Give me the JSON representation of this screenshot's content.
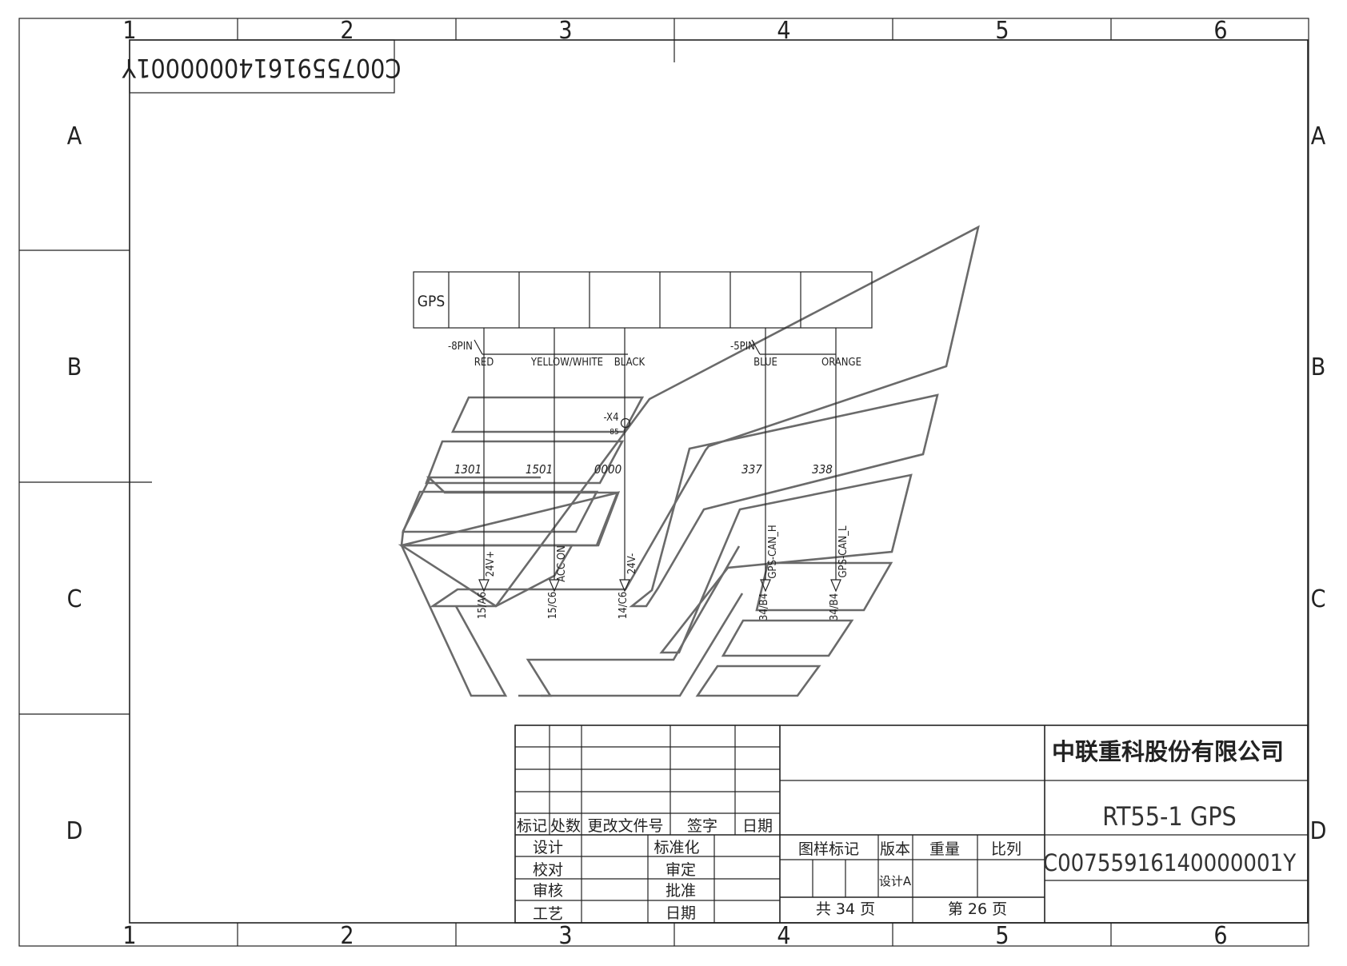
{
  "frame": {
    "columns": [
      "1",
      "2",
      "3",
      "4",
      "5",
      "6"
    ],
    "rows": [
      "A",
      "B",
      "C",
      "D"
    ]
  },
  "drawing_code_stamp": "C00755916140000001Y",
  "diagram": {
    "device": {
      "label": "GPS",
      "connector_8pin": "-8PIN",
      "connector_5pin": "-5PIN"
    },
    "wires": [
      {
        "color": "RED",
        "number": "1301",
        "signal": "24V+",
        "ref": "15/A6"
      },
      {
        "color": "YELLOW/WHITE",
        "number": "1501",
        "signal": "ACC ON",
        "ref": "15/C6"
      },
      {
        "color": "BLACK",
        "number": "0000",
        "signal": "24V-",
        "ref": "14/C6"
      },
      {
        "color": "BLUE",
        "number": "337",
        "signal": "GPS-CAN_H",
        "ref": "34/B4"
      },
      {
        "color": "ORANGE",
        "number": "338",
        "signal": "GPS-CAN_L",
        "ref": "34/B4"
      }
    ],
    "terminal": {
      "label": "-X4",
      "pin": "85"
    }
  },
  "title_block": {
    "company": "中联重科股份有限公司",
    "drawing_title": "RT55-1 GPS",
    "drawing_number": "C00755916140000001Y",
    "revision_headers": {
      "mark": "标记",
      "count": "处数",
      "doc": "更改文件号",
      "sign": "签字",
      "date": "日期"
    },
    "labels": {
      "design": "设计",
      "check": "校对",
      "review": "审核",
      "process": "工艺",
      "standard": "标准化",
      "approve_review": "审定",
      "approve": "批准",
      "date": "日期",
      "sample_mark": "图样标记",
      "version": "版本",
      "weight": "重量",
      "scale": "比列",
      "version_value": "设计A"
    },
    "total_pages": "共 34 页",
    "page": "第 26 页"
  }
}
